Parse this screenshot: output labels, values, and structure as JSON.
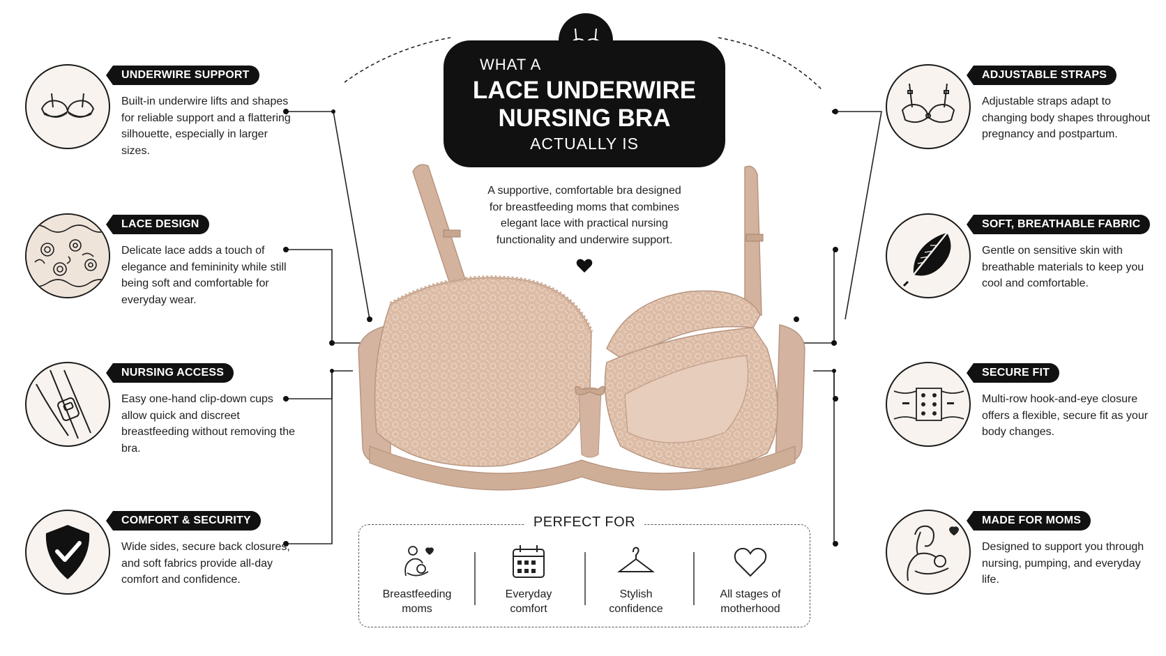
{
  "header": {
    "line1": "WHAT A",
    "line2": "LACE UNDERWIRE",
    "line3": "NURSING BRA",
    "line4": "ACTUALLY IS"
  },
  "intro": "A supportive, comfortable bra designed for breastfeeding moms that combines elegant lace with practical nursing functionality and underwire support.",
  "left_features": [
    {
      "title": "UNDERWIRE SUPPORT",
      "desc": "Built-in underwire lifts and shapes for reliable support and a flattering silhouette, especially in larger sizes.",
      "icon": "underwire-bra-icon"
    },
    {
      "title": "LACE DESIGN",
      "desc": "Delicate lace adds a touch of elegance and femininity while still being soft and comfortable for everyday wear.",
      "icon": "lace-swatch-icon"
    },
    {
      "title": "NURSING ACCESS",
      "desc": "Easy one-hand clip-down cups allow quick and discreet breastfeeding without removing the bra.",
      "icon": "nursing-clip-icon"
    },
    {
      "title": "COMFORT & SECURITY",
      "desc": "Wide sides, secure back closures, and soft fabrics provide all-day comfort and confidence.",
      "icon": "shield-check-icon"
    }
  ],
  "right_features": [
    {
      "title": "ADJUSTABLE STRAPS",
      "desc": "Adjustable straps adapt to changing body shapes throughout pregnancy and postpartum.",
      "icon": "adjustable-strap-bra-icon"
    },
    {
      "title": "SOFT, BREATHABLE FABRIC",
      "desc": "Gentle on sensitive skin with breathable materials to keep you cool and comfortable.",
      "icon": "feather-icon"
    },
    {
      "title": "SECURE FIT",
      "desc": "Multi-row hook-and-eye closure offers a flexible, secure fit as your body changes.",
      "icon": "hook-and-eye-icon"
    },
    {
      "title": "MADE FOR MOMS",
      "desc": "Designed to support you through nursing, pumping, and everyday life.",
      "icon": "mother-baby-icon"
    }
  ],
  "perfect_for": {
    "title": "PERFECT FOR",
    "items": [
      {
        "line1": "Breastfeeding",
        "line2": "moms",
        "icon": "breastfeeding-icon"
      },
      {
        "line1": "Everyday",
        "line2": "comfort",
        "icon": "calendar-icon"
      },
      {
        "line1": "Stylish",
        "line2": "confidence",
        "icon": "hanger-icon"
      },
      {
        "line1": "All stages of",
        "line2": "motherhood",
        "icon": "heart-outline-icon"
      }
    ]
  },
  "colors": {
    "fabric": "#d9b9a3",
    "fabric_dark": "#c49f88",
    "ink": "#111111",
    "circle_bg": "#f8f3ee"
  }
}
